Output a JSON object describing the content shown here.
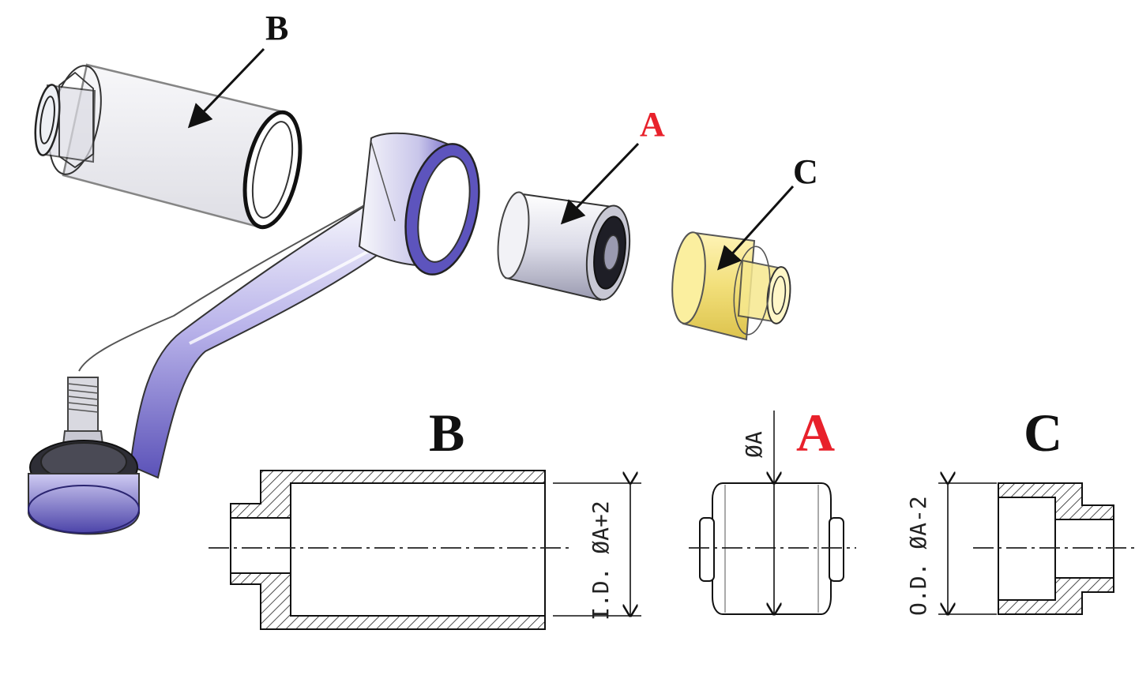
{
  "labels": {
    "top_b": "B",
    "top_a": "A",
    "top_c": "C",
    "sec_b": "B",
    "sec_a": "A",
    "sec_c": "C"
  },
  "dimensions": {
    "b_inner_diameter": "I.D. ØA+2",
    "a_diameter": "ØA",
    "c_outer_diameter": "O.D. ØA-2"
  },
  "colors": {
    "label_red": "#e8212b",
    "label_black": "#111111",
    "arm_purple": "#6d63c9",
    "sleeve_yellow": "#f3e07a"
  }
}
